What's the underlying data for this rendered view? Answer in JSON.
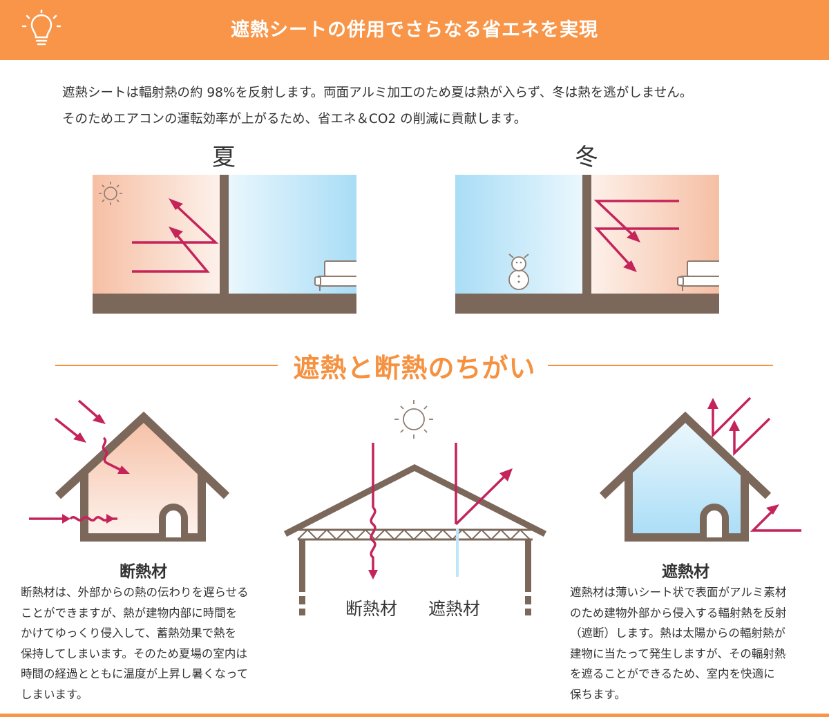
{
  "header": {
    "title": "遮熱シートの併用でさらなる省エネを実現"
  },
  "intro": {
    "lines": [
      "遮熱シートは輻射熱の約 98%を反射します。両面アルミ加工のため夏は熱が入らず、冬は熱を逃がしません。",
      "そのためエアコンの運転効率が上がるため、省エネ＆CO2 の削減に貢献します。"
    ]
  },
  "seasons": {
    "summer": "夏",
    "winter": "冬"
  },
  "difference": {
    "title": "遮熱と断熱のちがい"
  },
  "insulation": {
    "name": "断熱材",
    "desc": [
      "断熱材は、外部からの熱の伝わりを遅らせる",
      "ことができますが、熱が建物内部に時間を",
      "かけてゆっくり侵入して、蓄熱効果で熱を",
      "保持してしまいます。そのため夏場の室内は",
      "時間の経過とともに温度が上昇し暑くなって",
      "しまいます。"
    ]
  },
  "reflective": {
    "name": "遮熱材",
    "desc": [
      "遮熱材は薄いシート状で表面がアルミ素材",
      "のため建物外部から侵入する輻射熱を反射",
      "（遮断）します。熱は太陽からの輻射熱が",
      "建物に当たって発生しますが、その輻射熱",
      "を遮ることができるため、室内を快適に",
      "保ちます。"
    ]
  },
  "roof_labels": {
    "left": "断熱材",
    "right": "遮熱材"
  },
  "colors": {
    "accent": "#f89548",
    "heat_arrow": "#c4245a",
    "wall": "#7b685b",
    "warm": "#f6bfa4",
    "cool": "#a9ddf6"
  }
}
